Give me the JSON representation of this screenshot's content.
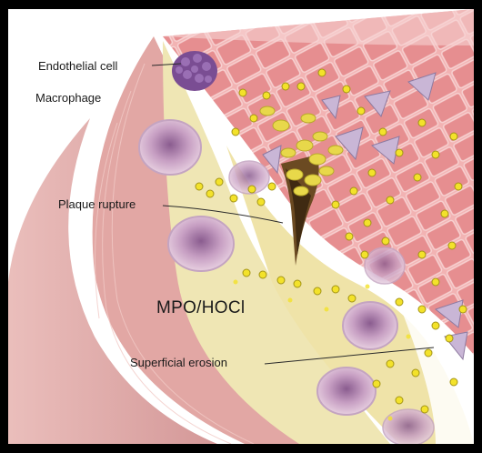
{
  "labels": {
    "endothelial_cell": "Endothelial cell",
    "macrophage": "Macrophage",
    "plaque_rupture": "Plaque rupture",
    "mpo_hocl": "MPO/HOCl",
    "superficial_erosion": "Superficial erosion"
  },
  "colors": {
    "frame": "#000000",
    "background": "#ffffff",
    "vessel_wall": "#d9a3a3",
    "plaque": "#efe6b4",
    "endothelium": "#e79a9a",
    "platelets": "#e8d84a",
    "macrophage": "#b58ab8"
  }
}
